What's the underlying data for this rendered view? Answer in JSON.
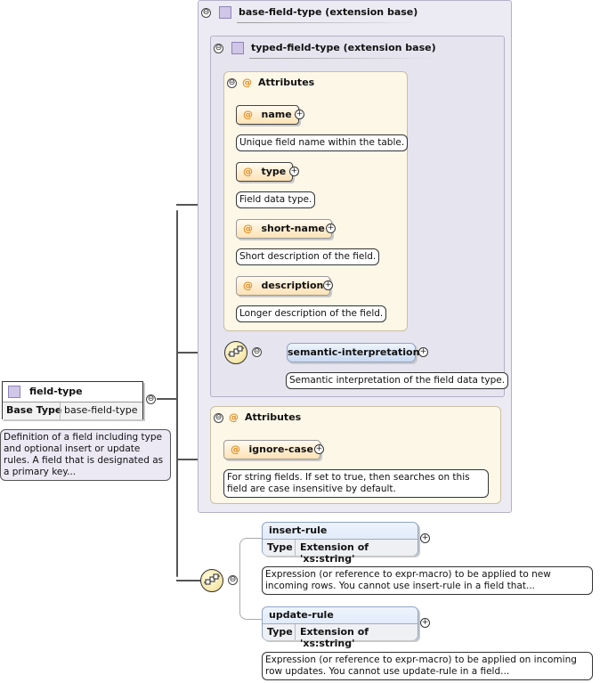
{
  "root": {
    "name": "field-type",
    "base_type_label": "Base Type",
    "base_type_value": "base-field-type",
    "doc": "Definition of a field including type and optional insert or update rules. A field that is designated as a primary key..."
  },
  "base": {
    "title": "base-field-type (extension base)",
    "typed": {
      "title": "typed-field-type (extension base)",
      "attributes_label": "Attributes",
      "attributes": [
        {
          "name": "name",
          "doc": "Unique field name within the table."
        },
        {
          "name": "type",
          "doc": "Field data type."
        },
        {
          "name": "short-name",
          "doc": "Short description of the field."
        },
        {
          "name": "description",
          "doc": "Longer description of the field."
        }
      ],
      "semantic": {
        "name": "semantic-interpretation",
        "doc": "Semantic interpretation of the field data type."
      }
    },
    "attributes_label": "Attributes",
    "ignore_case": {
      "name": "ignore-case",
      "doc": "For string fields. If set to true, then searches on this field are case insensitive by default."
    }
  },
  "rules": [
    {
      "name": "insert-rule",
      "type_label": "Type",
      "type_value": "Extension of 'xs:string'",
      "doc": "Expression (or reference to expr-macro) to be applied to new incoming rows. You cannot use insert-rule in a field that..."
    },
    {
      "name": "update-rule",
      "type_label": "Type",
      "type_value": "Extension of 'xs:string'",
      "doc": "Expression (or reference to expr-macro) to be applied on incoming row updates. You cannot use update-rule in a field..."
    }
  ],
  "icons": {
    "toggle_collapse": "⊖",
    "plus": "+",
    "attribute": "@"
  }
}
